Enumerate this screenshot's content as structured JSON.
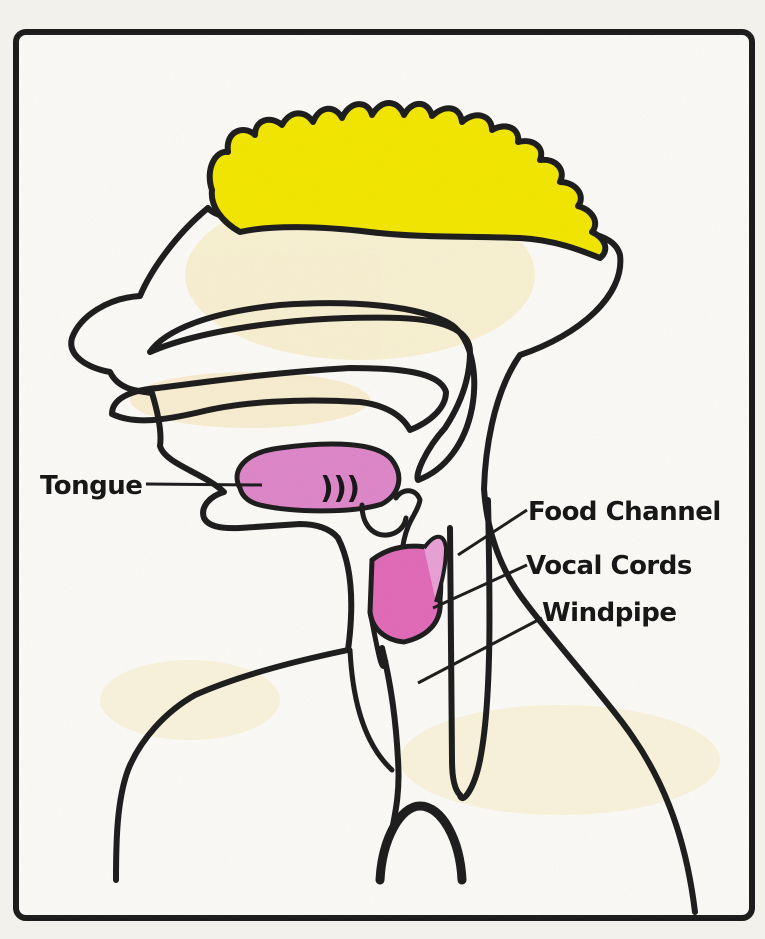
{
  "diagram": {
    "labels": {
      "tongue": "Tongue",
      "food_channel": "Food Channel",
      "vocal_cords": "Vocal Cords",
      "windpipe": "Windpipe"
    },
    "sound_symbol": ")))",
    "colors": {
      "outline": "#1c1c1c",
      "hair": "#f2e600",
      "skin_tint": "#f6e7b3",
      "tongue": "#dd86c8",
      "vocal_cords": "#e06ab7",
      "paper": "#fbfaf6",
      "background": "#f3f1ec"
    }
  }
}
